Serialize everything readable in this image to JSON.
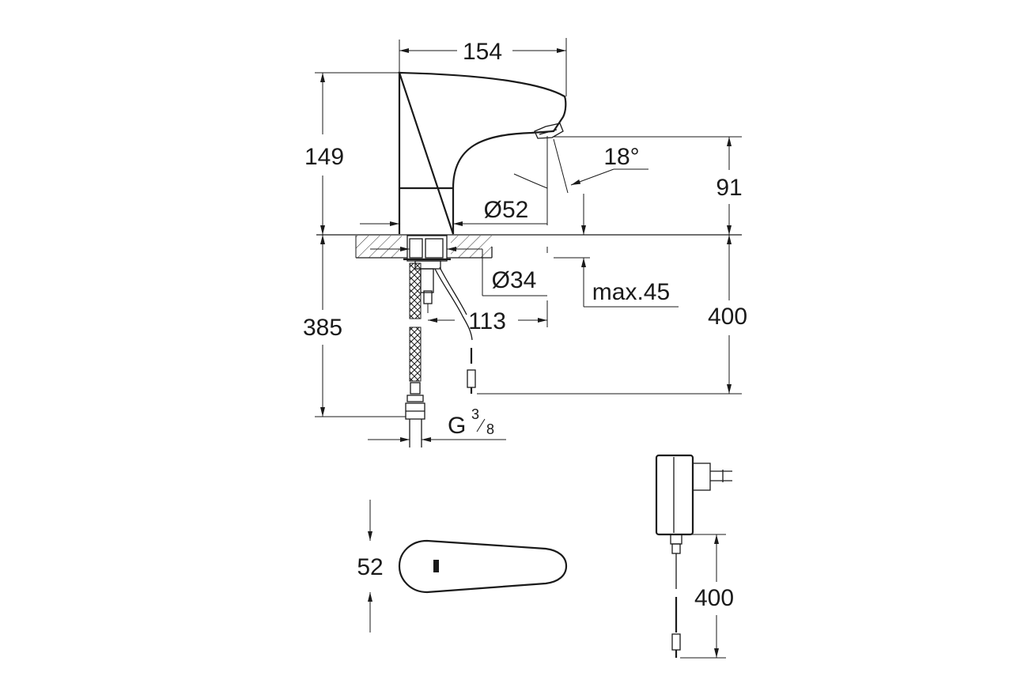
{
  "dimensions": {
    "width_top": "154",
    "height_spout": "149",
    "angle": "18°",
    "outlet_height": "91",
    "body_diameter": "Ø52",
    "hole_diameter": "Ø34",
    "max_deck": "max.45",
    "projection": "113",
    "below_deck": "385",
    "cable_length": "400",
    "thread_G": "G",
    "thread_num": "3",
    "thread_den": "8",
    "top_width": "52",
    "adapter_cable": "400"
  },
  "colors": {
    "line": "#1a1a1a",
    "background": "#ffffff"
  }
}
